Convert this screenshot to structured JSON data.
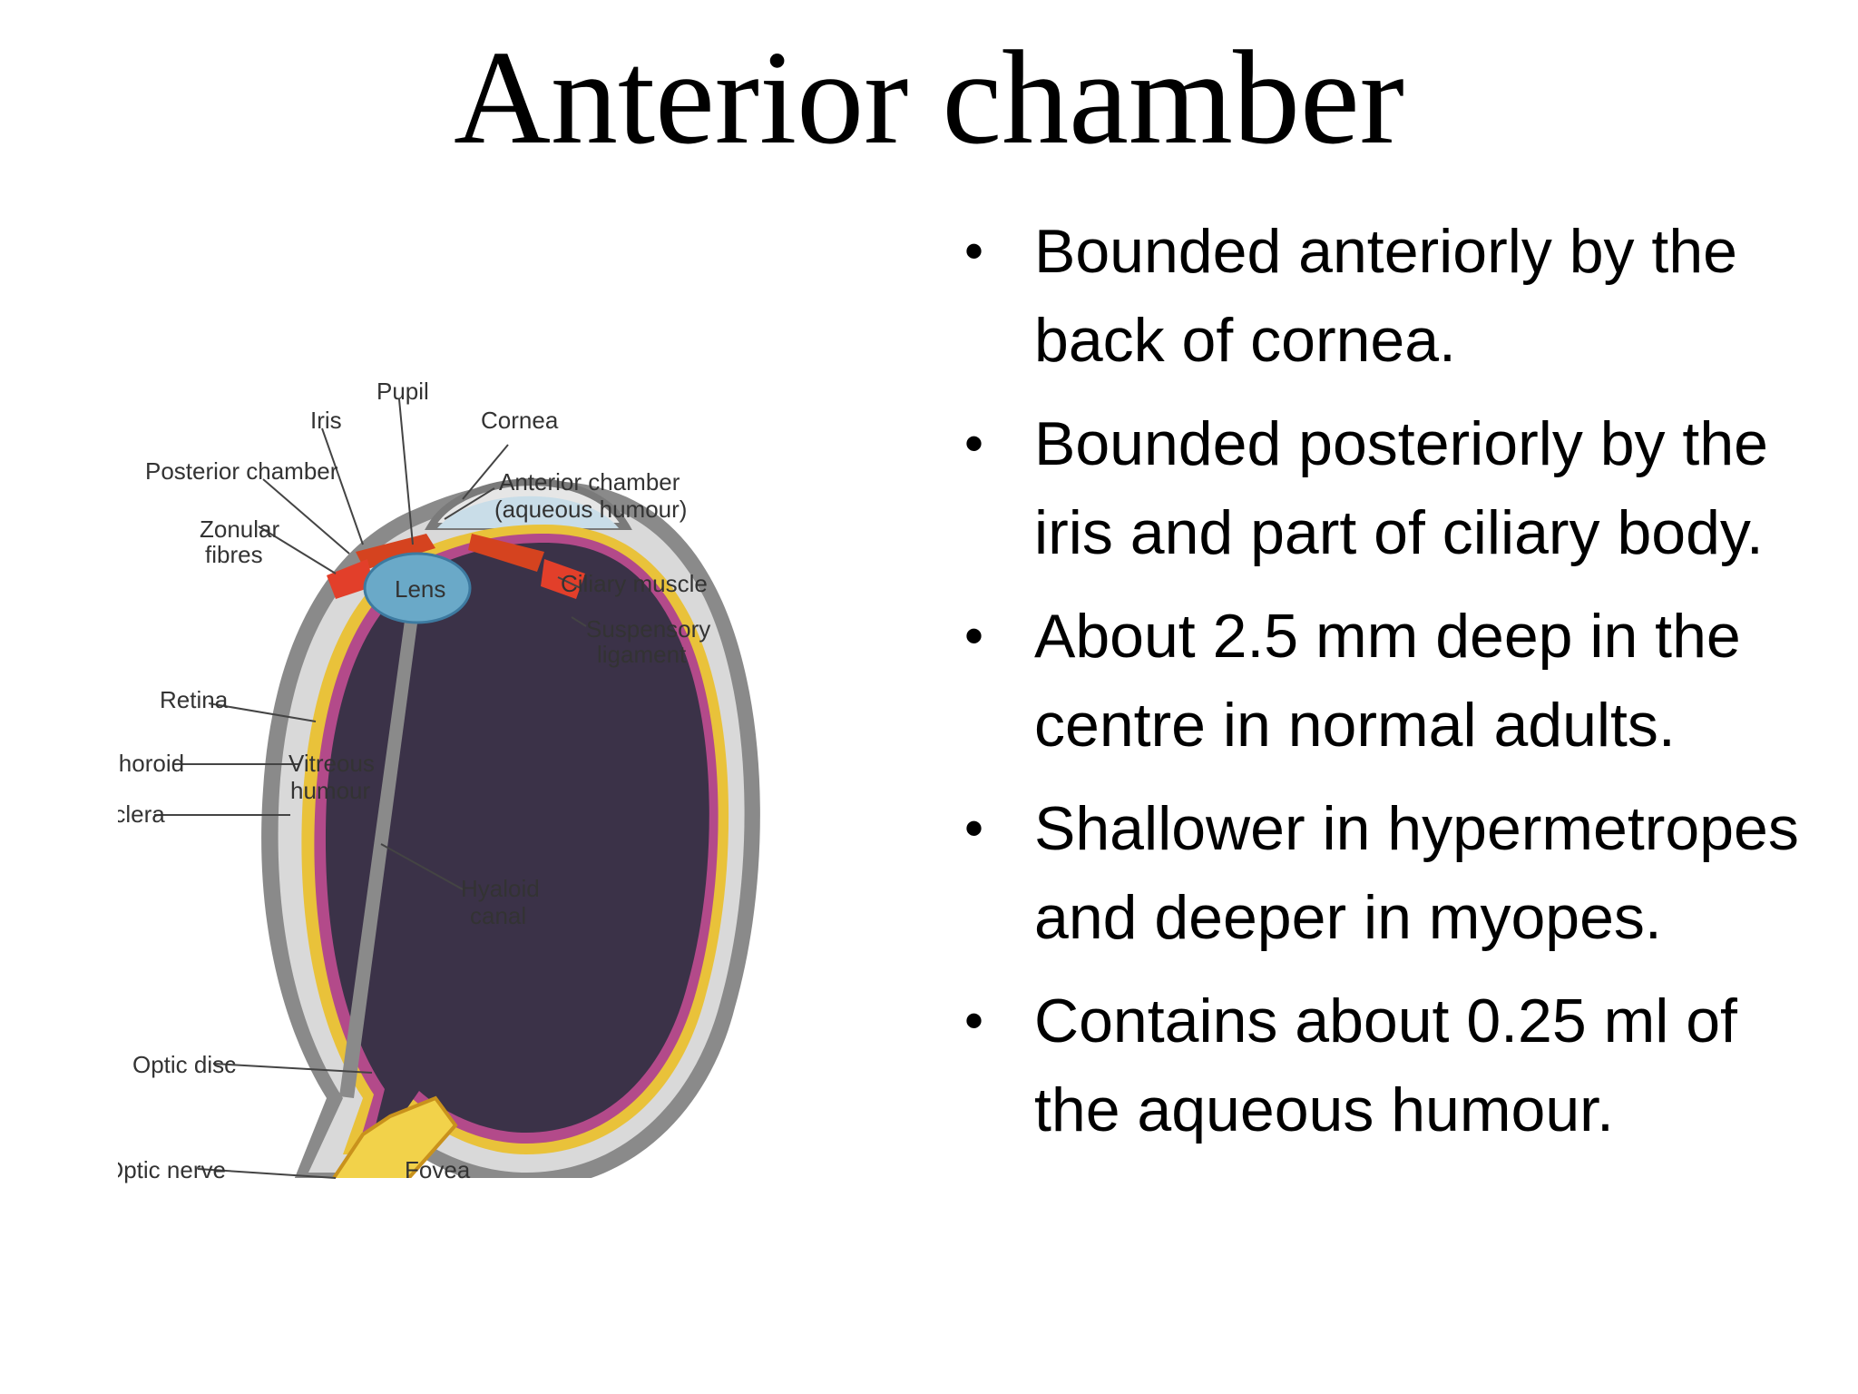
{
  "slide": {
    "title": "Anterior chamber",
    "bullets": [
      " Bounded anteriorly by the back of cornea.",
      "Bounded posteriorly by the iris and part of ciliary body.",
      " About 2.5 mm deep in the centre in normal adults.",
      " Shallower in hypermetropes and deeper in myopes.",
      "Contains about 0.25 ml of the aqueous humour."
    ]
  },
  "diagram": {
    "labels": {
      "pupil": "Pupil",
      "iris": "Iris",
      "cornea": "Cornea",
      "posterior_chamber": "Posterior chamber",
      "anterior_chamber": "Anterior chamber",
      "aqueous_humour": "(aqueous humour)",
      "zonular_1": "Zonular",
      "zonular_2": "fibres",
      "lens": "Lens",
      "ciliary_muscle": "Ciliary muscle",
      "suspensory_1": "Suspensory",
      "suspensory_2": "ligament",
      "retina": "Retina",
      "choroid": "Choroid",
      "sclera": "Sclera",
      "vitreous_1": "Vitreous",
      "vitreous_2": "humour",
      "hyaloid_1": "Hyaloid",
      "hyaloid_2": "canal",
      "optic_disc": "Optic disc",
      "optic_nerve": "Optic nerve",
      "fovea": "Fovea"
    }
  }
}
